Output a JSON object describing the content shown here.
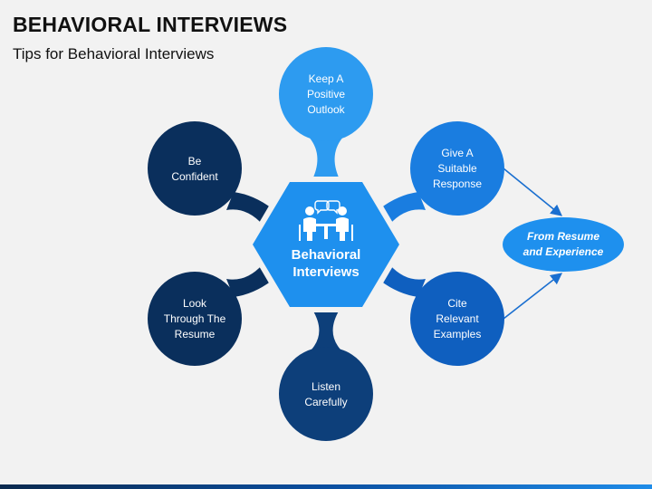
{
  "header": {
    "title": "BEHAVIORAL INTERVIEWS",
    "subtitle": "Tips for Behavioral Interviews"
  },
  "center": {
    "icon": "interview-meeting-icon",
    "label_line1": "Behavioral",
    "label_line2": "Interviews"
  },
  "nodes": [
    {
      "id": "keep-positive",
      "lines": [
        "Keep A",
        "Positive",
        "Outlook"
      ]
    },
    {
      "id": "suitable-response",
      "lines": [
        "Give A",
        "Suitable",
        "Response"
      ]
    },
    {
      "id": "cite-examples",
      "lines": [
        "Cite",
        "Relevant",
        "Examples"
      ]
    },
    {
      "id": "listen",
      "lines": [
        "Listen",
        "Carefully"
      ]
    },
    {
      "id": "look-resume",
      "lines": [
        "Look",
        "Through The",
        "Resume"
      ]
    },
    {
      "id": "be-confident",
      "lines": [
        "Be",
        "Confident"
      ]
    }
  ],
  "target": {
    "lines": [
      "From Resume",
      "and Experience"
    ]
  },
  "colors": {
    "light_blue": "#2d9bf0",
    "mid_blue": "#1a7de0",
    "dark_navy": "#0a2f5c",
    "center_hex": "#1e90ee",
    "arrow": "#1a6fd0"
  }
}
